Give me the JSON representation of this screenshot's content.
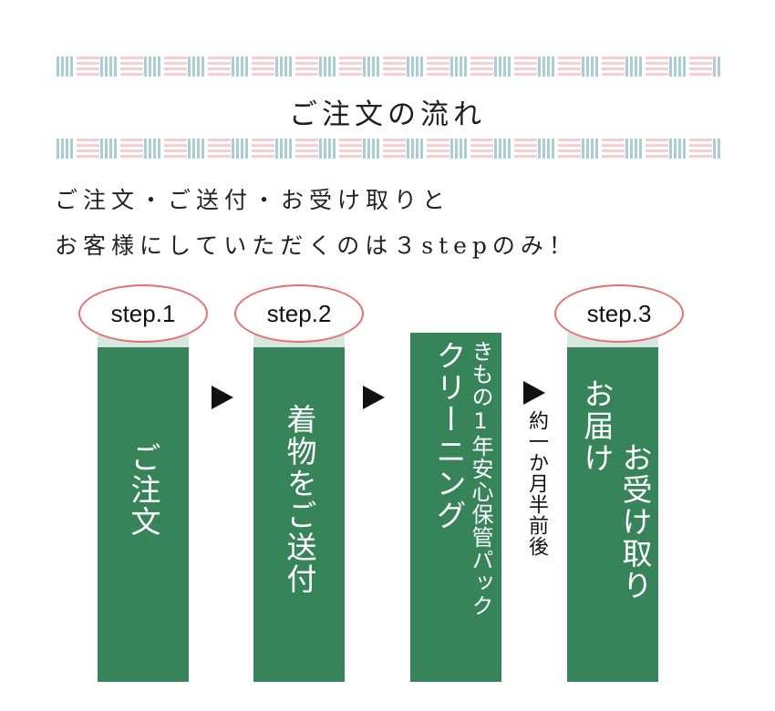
{
  "header": {
    "title": "ご注文の流れ"
  },
  "intro": {
    "line1": "ご注文・ご送付・お受け取りと",
    "line2": "お客様にしていただくのは３stepのみ！"
  },
  "steps": [
    {
      "badge": "step.1",
      "text": "ご注文"
    },
    {
      "badge": "step.2",
      "text": "着物をご送付"
    },
    {
      "badge": "",
      "line1": "クリーニング",
      "line2": "きもの1年安心保管パック"
    },
    {
      "badge": "step.3",
      "line1": "お届け",
      "line2": "お受け取り"
    }
  ],
  "note": "約一か月半前後",
  "colors": {
    "column": "#37845a",
    "badge_border": "#e96e6e",
    "band_blue": "#a9cdd2",
    "band_pink": "#f5cfcf"
  },
  "icons": [
    "arrow-right-icon"
  ]
}
